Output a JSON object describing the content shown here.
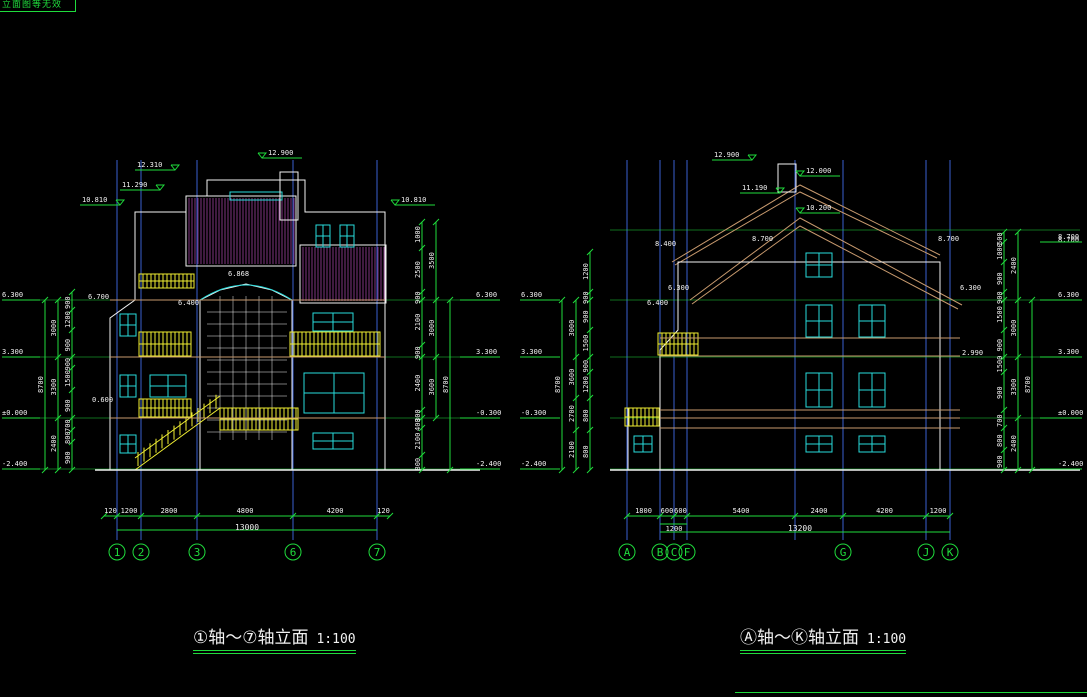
{
  "corner_tag": "立面图等无效",
  "left_title": "①轴～⑦轴立面",
  "right_title": "Ⓐ轴～Ⓚ轴立面",
  "scale": "1:100",
  "colors": {
    "green": "#1fdc3c",
    "yellow": "#f0ee32",
    "cyan": "#28dcdc",
    "white": "#f2f2f2",
    "brown": "#c89a6e",
    "magenta": "#d85ad8",
    "blue": "#3a5fd0"
  },
  "left": {
    "elevations_top": [
      "12.900",
      "12.310",
      "11.290",
      "10.810",
      "10.810"
    ],
    "elevations_mid": [
      "6.868",
      "6.400"
    ],
    "levels_left": [
      "6.300",
      "3.300",
      "±0.000",
      "-2.400"
    ],
    "levels_right": [
      "6.300",
      "3.300",
      "-0.300",
      "-2.400"
    ],
    "other_marks": [
      "6.700",
      "0.600"
    ],
    "dims_left": [
      "900",
      "1200",
      "900",
      "900",
      "1500",
      "900",
      "700",
      "800",
      "900"
    ],
    "dims_left_totals": [
      "3000",
      "3300",
      "2400",
      "8700"
    ],
    "dims_right": [
      "1000",
      "2500",
      "900",
      "2100",
      "900",
      "2400",
      "300",
      "400",
      "2100",
      "800"
    ],
    "dims_right_totals": [
      "3500",
      "3000",
      "3600",
      "8700"
    ],
    "bottom_dims": [
      "120",
      "1200",
      "2800",
      "4800",
      "4200",
      "120"
    ],
    "bottom_total": "13000",
    "axes": [
      "1",
      "2",
      "3",
      "6",
      "7"
    ]
  },
  "right": {
    "elevations_top": [
      "12.900",
      "12.000",
      "11.190",
      "10.200",
      "8.400",
      "8.700",
      "8.700",
      "8.700"
    ],
    "elevations_mid": [
      "6.400",
      "6.300",
      "6.300",
      "2.990"
    ],
    "levels_left": [
      "6.300",
      "3.300",
      "-0.300",
      "-2.400"
    ],
    "levels_right": [
      "8.700",
      "6.300",
      "3.300",
      "±0.000",
      "-2.400"
    ],
    "dims_left": [
      "1200",
      "900",
      "900",
      "1500",
      "900",
      "1200",
      "800",
      "800"
    ],
    "dims_left_totals": [
      "3000",
      "3600",
      "2700",
      "2100",
      "8700"
    ],
    "dims_right": [
      "500",
      "1000",
      "900",
      "900",
      "1500",
      "900",
      "1500",
      "900",
      "700",
      "800",
      "900"
    ],
    "dims_right_totals": [
      "2400",
      "3000",
      "3300",
      "2400",
      "8700"
    ],
    "bottom_dims": [
      "1800",
      "600",
      "600",
      "5400",
      "2400",
      "4200",
      "1200"
    ],
    "bottom_sub": "1200",
    "bottom_total": "13200",
    "axes": [
      "A",
      "B",
      "C",
      "F",
      "G",
      "J",
      "K"
    ]
  }
}
